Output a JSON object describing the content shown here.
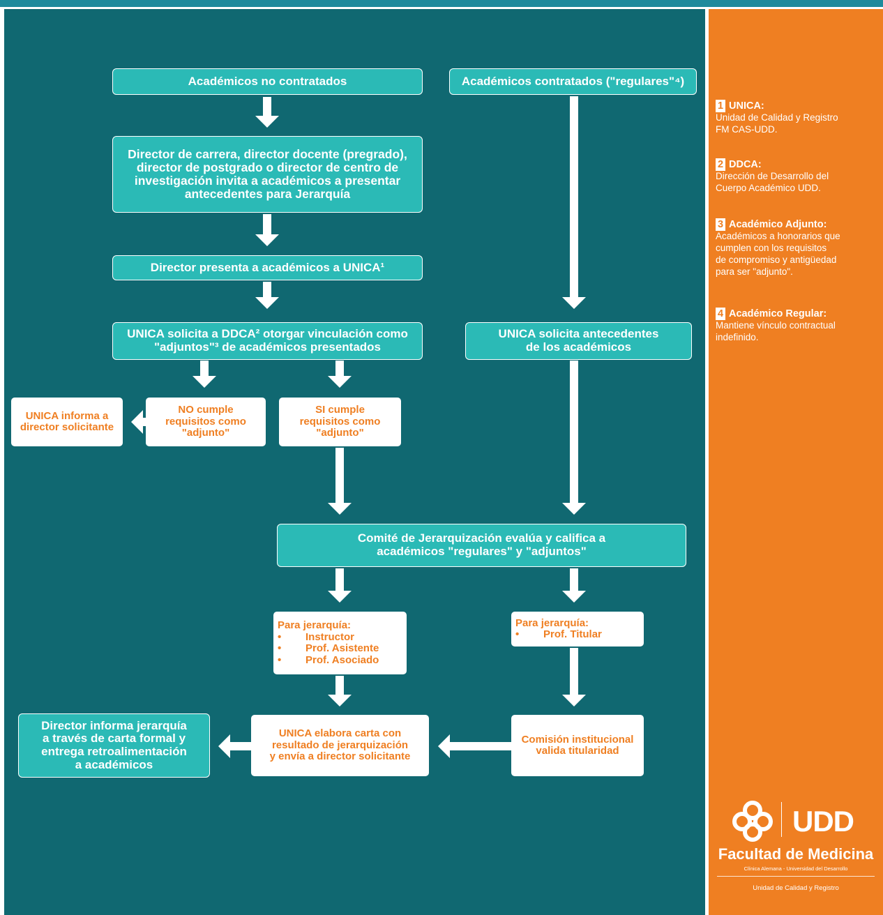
{
  "flow": {
    "no_contratados": "Académicos no contratados",
    "contratados": "Académicos contratados (\"regulares\"⁴)",
    "director_invita": [
      "Director de carrera, director docente (pregrado),",
      "director de postgrado o director de centro de",
      "investigación invita a académicos a presentar",
      "antecedentes para Jerarquía"
    ],
    "director_presenta": "Director presenta a académicos a UNICA¹",
    "unica_solicita_ddca": [
      "UNICA solicita a DDCA² otorgar vinculación como",
      "\"adjuntos\"³ de académicos presentados"
    ],
    "unica_solicita_antecedentes": [
      "UNICA solicita antecedentes",
      "de los académicos"
    ],
    "unica_informa": [
      "UNICA informa a",
      "director solicitante"
    ],
    "no_cumple": [
      "NO cumple",
      "requisitos como",
      "\"adjunto\""
    ],
    "si_cumple": [
      "SI cumple",
      "requisitos como",
      "\"adjunto\""
    ],
    "comite": [
      "Comité de Jerarquización evalúa y califica a",
      "académicos \"regulares\" y \"adjuntos\""
    ],
    "jerarquia_left": {
      "title": "Para jerarquía:",
      "items": [
        "Instructor",
        "Prof. Asistente",
        "Prof. Asociado"
      ]
    },
    "jerarquia_right": {
      "title": "Para jerarquía:",
      "items": [
        "Prof. Titular"
      ]
    },
    "director_informa": [
      "Director informa jerarquía",
      "a través de carta formal y",
      "entrega retroalimentación",
      "a académicos"
    ],
    "unica_elabora": [
      "UNICA elabora carta con",
      "resultado de jerarquización",
      "y envía a director solicitante"
    ],
    "comision": [
      "Comisión institucional",
      "valida titularidad"
    ]
  },
  "notes": [
    {
      "num": "1",
      "title": "UNICA:",
      "lines": [
        "Unidad de Calidad y Registro",
        "FM CAS-UDD."
      ]
    },
    {
      "num": "2",
      "title": "DDCA:",
      "lines": [
        "Dirección de Desarrollo del",
        "Cuerpo Académico UDD."
      ]
    },
    {
      "num": "3",
      "title": "Académico Adjunto:",
      "lines": [
        "Académicos a honorarios que",
        "cumplen con los requisitos",
        "de compromiso y antigüedad",
        "para ser \"adjunto\"."
      ]
    },
    {
      "num": "4",
      "title": "Académico Regular:",
      "lines": [
        "Mantiene vínculo contractual",
        "indefinido."
      ]
    }
  ],
  "logo": {
    "brand": "UDD",
    "faculty": "Facultad de Medicina",
    "subtitle": "Clínica Alemana - Universidad del Desarrollo",
    "unit": "Unidad de Calidad y Registro"
  },
  "colors": {
    "teal_bg": "#106871",
    "box_teal": "#2bbab6",
    "orange": "#ef7f22",
    "white": "#ffffff"
  }
}
